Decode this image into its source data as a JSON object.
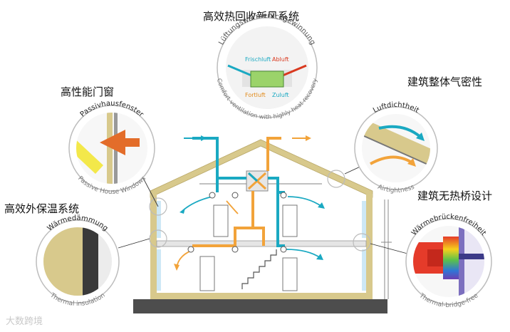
{
  "titles": {
    "heat_recovery": "高效热回收新风系统",
    "windows": "高性能门窗",
    "airtight": "建筑整体气密性",
    "insulation": "高效外保温系统",
    "thermal_bridge": "建筑无热桥设计"
  },
  "circles": {
    "heat_recovery": {
      "top": "Lüftungswärmerückgewinnung",
      "bottom": "Comfort ventilation with highly heat recovery",
      "label_fresh": "Frischluft",
      "label_exhaust": "Abluft",
      "label_outgoing": "Fortluft",
      "label_supply": "Zuluft"
    },
    "windows": {
      "top": "Passivhausfenster",
      "bottom": "Passive House Windows"
    },
    "airtight": {
      "top": "Luftdichtheit",
      "bottom": "Airtightness"
    },
    "insulation": {
      "top": "Wärmedämmung",
      "bottom": "Thermal insulation"
    },
    "thermal_bridge": {
      "top": "Wärmebrückenfreiheit",
      "bottom": "Thermal-bridge-free"
    }
  },
  "watermark": "大数跨境",
  "colors": {
    "supply_air": "#1aa9c2",
    "exhaust_air": "#f2a33a",
    "wall": "#d8c98c",
    "ground": "#4d4d4d"
  }
}
